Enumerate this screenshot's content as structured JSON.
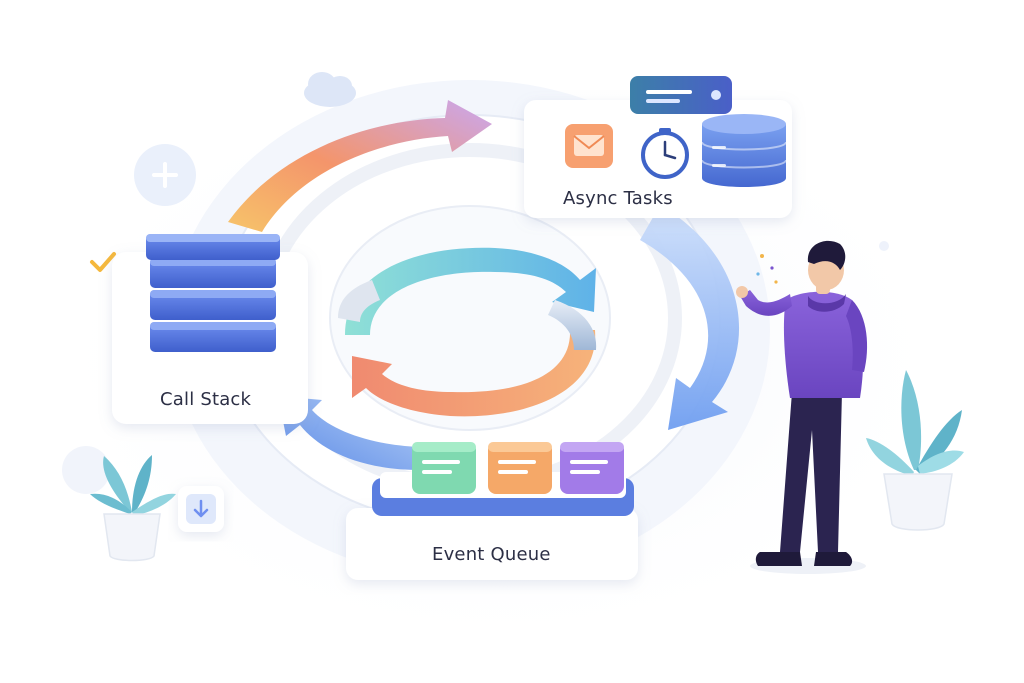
{
  "diagram": {
    "call_stack": {
      "label": "Call Stack"
    },
    "async_tasks": {
      "label": "Async Tasks",
      "icons": [
        "mail-icon",
        "clock-icon",
        "database-icon"
      ]
    },
    "event_queue": {
      "label": "Event Queue",
      "cards": [
        "queue-card-green",
        "queue-card-orange",
        "queue-card-purple"
      ]
    }
  },
  "colors": {
    "stack_blue": "#4d6fd8",
    "arrow_orange": "#f4956b",
    "arrow_yellow": "#f7c46a",
    "arrow_blue": "#6f9ef0",
    "loop_teal": "#6fd4d8",
    "person_hoodie": "#7a54cf",
    "person_pants": "#2b2450",
    "plant_teal": "#7cc7d6"
  }
}
